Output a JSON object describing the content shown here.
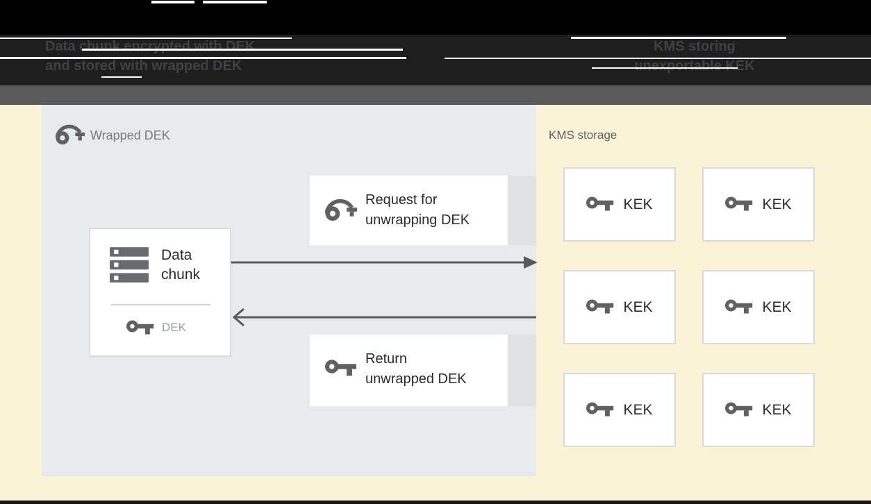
{
  "header": {
    "left_caption": {
      "line1": "Data chunk encrypted with DEK",
      "line2": "and stored with wrapped DEK"
    },
    "right_caption": {
      "line1": "KMS storing",
      "line2": "unexportable KEK"
    }
  },
  "wrapped_dek_panel": {
    "icon": "wrapped-key-icon",
    "label": "Wrapped DEK",
    "data_chunk_box": {
      "icon": "data-stack-icon",
      "line1": "Data",
      "line2": "chunk",
      "dek_icon": "key-icon",
      "dek_label": "DEK"
    },
    "request_box": {
      "icon": "wrapped-key-icon",
      "line1": "Request for",
      "line2": "unwrapping DEK"
    },
    "return_box": {
      "icon": "key-icon",
      "line1": "Return",
      "line2": "unwrapped DEK"
    }
  },
  "kms_storage": {
    "label": "KMS storage",
    "kek_boxes": [
      {
        "icon": "key-icon",
        "label": "KEK"
      },
      {
        "icon": "key-icon",
        "label": "KEK"
      },
      {
        "icon": "key-icon",
        "label": "KEK"
      },
      {
        "icon": "key-icon",
        "label": "KEK"
      },
      {
        "icon": "key-icon",
        "label": "KEK"
      },
      {
        "icon": "key-icon",
        "label": "KEK"
      }
    ]
  },
  "arrows": [
    {
      "name": "request-arrow",
      "direction": "right",
      "from": "Data chunk",
      "to": "KMS storage"
    },
    {
      "name": "return-arrow",
      "direction": "left",
      "from": "KMS storage",
      "to": "Data chunk"
    }
  ],
  "colors": {
    "page_background": "#fbf3d8",
    "panel_background": "#e8ebee",
    "header_black": "#000000",
    "header_dark": "#1e1e1e",
    "band_gray": "#5a5a5a",
    "arrow_gray": "#5a5a5a",
    "icon_gray": "#616161",
    "text_dark": "#2b2b2b",
    "text_muted": "#77797c",
    "box_border": "#d8dadc"
  }
}
